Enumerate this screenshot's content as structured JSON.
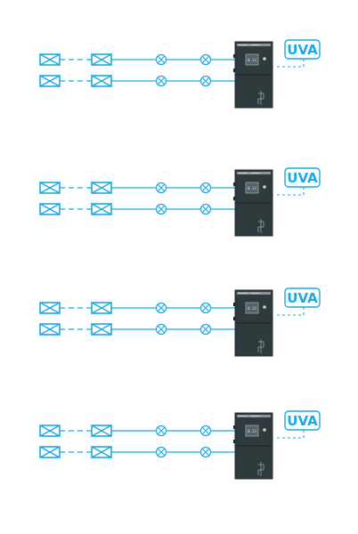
{
  "colors": {
    "line": "#19a9e6",
    "cabinet": "#2e3a3c",
    "cabinet_dark": "#232c2e",
    "screen": "#55606a",
    "background": "#ffffff"
  },
  "icons": {
    "sensor": "envelope-icon",
    "junction": "circle-x-icon",
    "controller": "control-cabinet-icon"
  },
  "panels": [
    {
      "label": "UVA",
      "screen_text": "0.13"
    },
    {
      "label": "UVA",
      "screen_text": "0.13"
    },
    {
      "label": "UVA",
      "screen_text": "0.13"
    },
    {
      "label": "UVA",
      "screen_text": "0.13"
    }
  ]
}
